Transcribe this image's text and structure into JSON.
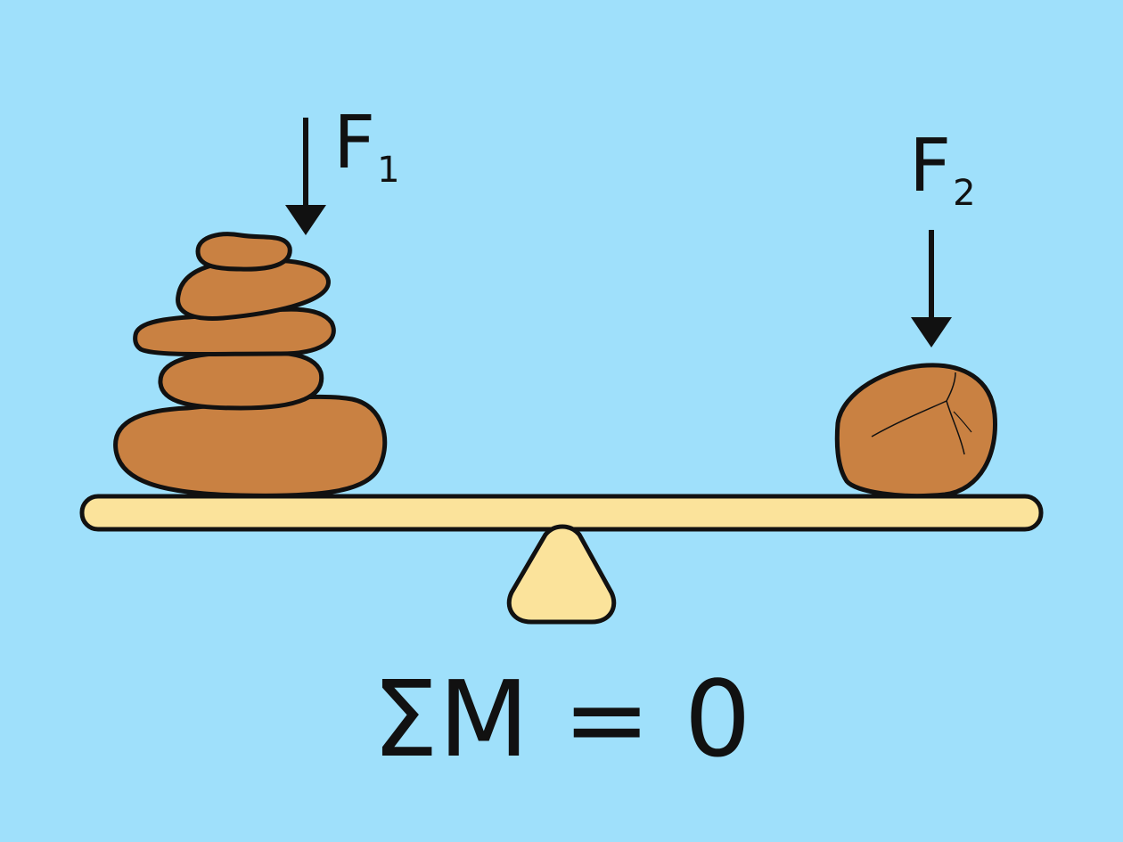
{
  "diagram": {
    "background_color": "#9fe0fb",
    "stone_color": "#c98142",
    "beam_color": "#fbe39b",
    "outline_color": "#111111",
    "forces": [
      {
        "symbol": "F",
        "subscript": "1",
        "icon": "down-arrow-icon"
      },
      {
        "symbol": "F",
        "subscript": "2",
        "icon": "down-arrow-icon"
      }
    ],
    "equation": "ΣM = 0"
  }
}
